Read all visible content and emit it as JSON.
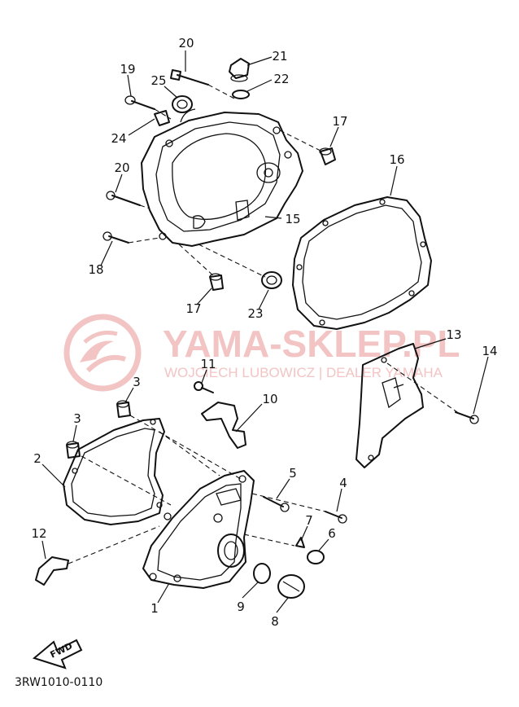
{
  "watermark": {
    "brand": "YAMA-SKLEP.PL",
    "subtitle": "WOJCIECH LUBOWICZ | DEALER YAMAHA"
  },
  "callouts": {
    "n1": "1",
    "n2": "2",
    "n3a": "3",
    "n3b": "3",
    "n4": "4",
    "n5": "5",
    "n6": "6",
    "n7": "7",
    "n8": "8",
    "n9": "9",
    "n10": "10",
    "n11": "11",
    "n12": "12",
    "n13": "13",
    "n14": "14",
    "n15": "15",
    "n16": "16",
    "n17a": "17",
    "n17b": "17",
    "n18": "18",
    "n19": "19",
    "n20a": "20",
    "n20b": "20",
    "n21": "21",
    "n22": "22",
    "n23": "23",
    "n24": "24",
    "n25": "25"
  },
  "fwd_label": "FWD",
  "diagram_code": "3RW1010-0110",
  "colors": {
    "line": "#111111",
    "watermark": "#f3c4c4"
  }
}
